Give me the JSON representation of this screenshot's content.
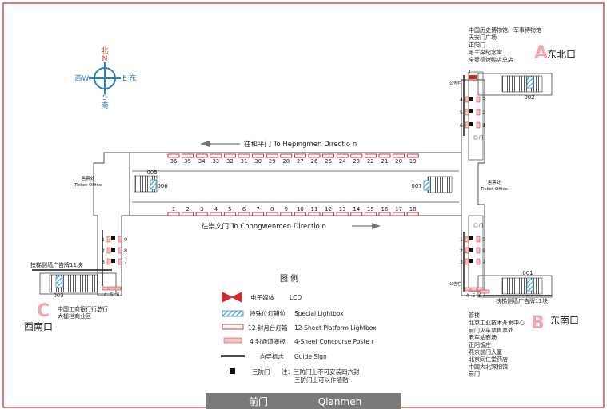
{
  "compass": {
    "north": "N",
    "north_cn": "北",
    "south": "S",
    "south_cn": "南",
    "east": "E",
    "east_cn": "东",
    "west": "W",
    "west_cn": "西"
  },
  "exits": {
    "a": {
      "letter": "A",
      "name": "东北口",
      "landmarks": [
        "中国历史博物馆、军事博物馆",
        "天安门广场",
        "正阳门",
        "毛主席纪念堂",
        "全聚德烤鸭店总店"
      ],
      "stair": "002"
    },
    "b": {
      "letter": "B",
      "name": "东南口",
      "landmarks": [
        "箭楼",
        "北京工业技术开发中心",
        "前门火车票售票处",
        "老车站商场",
        "正阳饭庄",
        "燕京前门大厦",
        "北京同仁堂药店",
        "中国大北照相馆",
        "前门"
      ],
      "stair": "001",
      "wall_ad": "扶梯侧墙广告牌11块"
    },
    "c": {
      "letter": "C",
      "name": "西南口",
      "landmarks": [
        "中国工商银行行总行",
        "大栅栏商业区"
      ],
      "stair": "003",
      "wall_ad": "扶梯侧墙广告牌11块"
    }
  },
  "platform": {
    "top_direction": "往和平门   To Hepingmen Directio  n",
    "bottom_direction": "往崇文门   To Chongwenmen Directio  n",
    "top_boxes": [
      "36",
      "35",
      "34",
      "33",
      "32",
      "31",
      "30",
      "29",
      "28",
      "27",
      "26",
      "25",
      "24",
      "23",
      "22",
      "21",
      "20",
      "19"
    ],
    "bottom_boxes": [
      "1",
      "2",
      "3",
      "4",
      "5",
      "6",
      "7",
      "8",
      "9",
      "10",
      "11",
      "12",
      "13",
      "14",
      "15",
      "16",
      "17",
      "18"
    ],
    "lightbox_left_top": "005",
    "lightbox_left_bottom": "006",
    "lightbox_right": "007"
  },
  "ticket_office_left": {
    "cn": "售票处",
    "en": "Ticket Office"
  },
  "ticket_office_right": {
    "cn": "售票处",
    "en": "Ticket Office"
  },
  "corridors": {
    "ne_left": [
      "4",
      "5",
      "6"
    ],
    "ne_right": [
      "3",
      "2",
      "1"
    ],
    "se_left": [
      "1",
      "2",
      "3"
    ],
    "se_right": [
      "9",
      "8",
      "7"
    ],
    "sw_left": [
      "1",
      "2",
      "3"
    ],
    "sw_right": [
      "9",
      "8",
      "7"
    ],
    "sw_bottom": [
      "4",
      "5",
      "6"
    ],
    "se_bottom": [
      "4",
      "5",
      "6"
    ]
  },
  "labels": {
    "phone": "公告栏",
    "door": "门"
  },
  "legend": {
    "title": "图   例",
    "items": [
      {
        "cn": "电子媒体",
        "en": "LCD"
      },
      {
        "cn": "特殊位灯箱位",
        "en": "Special Lightbox"
      },
      {
        "cn": "12 封月台灯箱",
        "en": "12-Sheet Platform Lightbox"
      },
      {
        "cn": "4 封通道海报",
        "en": "4-Sheet  Concourse Poste     r"
      },
      {
        "cn": "向导标志",
        "en": "Guide Sign"
      },
      {
        "cn": "三防门",
        "en": "注：三防门上不可安装四六封",
        "en2": "三防门上可以作墙贴"
      }
    ]
  },
  "station": {
    "cn": "前门",
    "en": "Qianmen"
  },
  "colors": {
    "frame": "#c8202a",
    "accent": "#f0a8ae",
    "compass": "#2a7fc0",
    "station_bar": "#7a7a7a"
  }
}
